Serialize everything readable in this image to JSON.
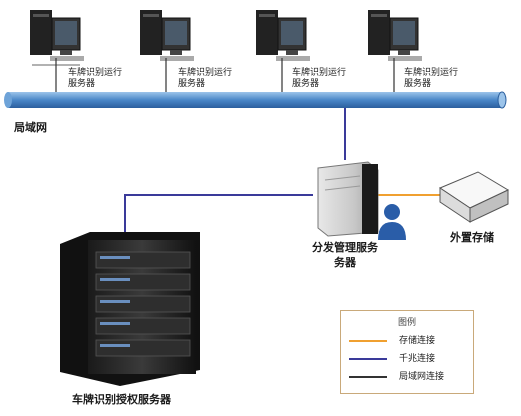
{
  "client_servers": [
    {
      "label_line1": "车牌识别运行",
      "label_line2": "服务器"
    },
    {
      "label_line1": "车牌识别运行",
      "label_line2": "服务器"
    },
    {
      "label_line1": "车牌识别运行",
      "label_line2": "服务器"
    },
    {
      "label_line1": "车牌识别运行",
      "label_line2": "服务器"
    }
  ],
  "lan_label": "局域网",
  "distribution_server": {
    "label_line1": "分发管理服务",
    "label_line2": "务器"
  },
  "external_storage": {
    "label": "外置存储"
  },
  "license_server": {
    "label": "车牌识别授权服务器"
  },
  "legend": {
    "title": "图例",
    "items": [
      {
        "label": "存储连接",
        "color": "#f0a030"
      },
      {
        "label": "千兆连接",
        "color": "#3a3a9a"
      },
      {
        "label": "局域网连接",
        "color": "#333333"
      }
    ]
  },
  "colors": {
    "lan_bus": "#4a87c8",
    "storage_link": "#f0a030",
    "gigabit_link": "#3a3a9a"
  }
}
